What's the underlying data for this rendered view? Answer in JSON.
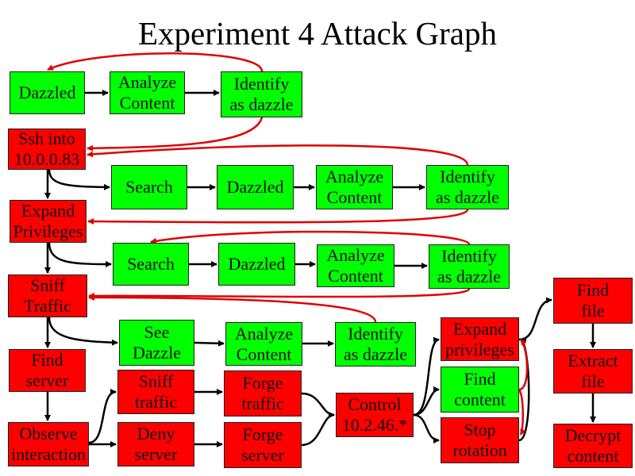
{
  "title": "Experiment 4 Attack Graph",
  "colors": {
    "attacker": "#ff0000",
    "defender": "#00ff00",
    "flow_edge": "#000000",
    "response_edge": "#e00000"
  },
  "nodes": [
    {
      "id": "n1",
      "label": "Dazzled",
      "type": "green"
    },
    {
      "id": "n2",
      "label": "Analyze\nContent",
      "type": "green"
    },
    {
      "id": "n3",
      "label": "Identify\nas dazzle",
      "type": "green"
    },
    {
      "id": "n4",
      "label": "Ssh into\n10.0.0.83",
      "type": "red"
    },
    {
      "id": "n5",
      "label": "Search",
      "type": "green"
    },
    {
      "id": "n6",
      "label": "Dazzled",
      "type": "green"
    },
    {
      "id": "n7",
      "label": "Analyze\nContent",
      "type": "green"
    },
    {
      "id": "n8",
      "label": "Identify\nas dazzle",
      "type": "green"
    },
    {
      "id": "n9",
      "label": "Expand\nPrivileges",
      "type": "red"
    },
    {
      "id": "n10",
      "label": "Search",
      "type": "green"
    },
    {
      "id": "n11",
      "label": "Dazzled",
      "type": "green"
    },
    {
      "id": "n12",
      "label": "Analyze\nContent",
      "type": "green"
    },
    {
      "id": "n13",
      "label": "Identify\nas dazzle",
      "type": "green"
    },
    {
      "id": "n14",
      "label": "Sniff\nTraffic",
      "type": "red"
    },
    {
      "id": "n15",
      "label": "See\nDazzle",
      "type": "green"
    },
    {
      "id": "n16",
      "label": "Analyze\nContent",
      "type": "green"
    },
    {
      "id": "n17",
      "label": "Identify\nas dazzle",
      "type": "green"
    },
    {
      "id": "n18",
      "label": "Find\nserver",
      "type": "red"
    },
    {
      "id": "n19",
      "label": "Sniff\ntraffic",
      "type": "red"
    },
    {
      "id": "n20",
      "label": "Forge\ntraffic",
      "type": "red"
    },
    {
      "id": "n21",
      "label": "Control\n10.2.46.*",
      "type": "red"
    },
    {
      "id": "n22",
      "label": "Observe\ninteraction",
      "type": "red"
    },
    {
      "id": "n23",
      "label": "Deny\nserver",
      "type": "red"
    },
    {
      "id": "n24",
      "label": "Forge\nserver",
      "type": "red"
    },
    {
      "id": "n25",
      "label": "Expand\nprivileges",
      "type": "red"
    },
    {
      "id": "n26",
      "label": "Find\ncontent",
      "type": "green"
    },
    {
      "id": "n27",
      "label": "Stop\nrotation",
      "type": "red"
    },
    {
      "id": "n28",
      "label": "Find\nfile",
      "type": "red"
    },
    {
      "id": "n29",
      "label": "Extract\nfile",
      "type": "red"
    },
    {
      "id": "n30",
      "label": "Decrypt\ncontent",
      "type": "red"
    }
  ],
  "edges": [
    {
      "from": "n1",
      "to": "n2",
      "kind": "flow"
    },
    {
      "from": "n2",
      "to": "n3",
      "kind": "flow"
    },
    {
      "from": "n3",
      "to": "n1",
      "kind": "response"
    },
    {
      "from": "n3",
      "to": "n4",
      "kind": "response"
    },
    {
      "from": "n4",
      "to": "n9",
      "kind": "flow"
    },
    {
      "from": "n4",
      "to": "n5",
      "kind": "flow"
    },
    {
      "from": "n5",
      "to": "n6",
      "kind": "flow"
    },
    {
      "from": "n6",
      "to": "n7",
      "kind": "flow"
    },
    {
      "from": "n7",
      "to": "n8",
      "kind": "flow"
    },
    {
      "from": "n8",
      "to": "n4",
      "kind": "response"
    },
    {
      "from": "n8",
      "to": "n9",
      "kind": "response"
    },
    {
      "from": "n9",
      "to": "n14",
      "kind": "flow"
    },
    {
      "from": "n9",
      "to": "n10",
      "kind": "flow"
    },
    {
      "from": "n10",
      "to": "n11",
      "kind": "flow"
    },
    {
      "from": "n11",
      "to": "n12",
      "kind": "flow"
    },
    {
      "from": "n12",
      "to": "n13",
      "kind": "flow"
    },
    {
      "from": "n13",
      "to": "n10",
      "kind": "response"
    },
    {
      "from": "n13",
      "to": "n14",
      "kind": "response"
    },
    {
      "from": "n14",
      "to": "n18",
      "kind": "flow"
    },
    {
      "from": "n14",
      "to": "n15",
      "kind": "flow"
    },
    {
      "from": "n15",
      "to": "n16",
      "kind": "flow"
    },
    {
      "from": "n16",
      "to": "n17",
      "kind": "flow"
    },
    {
      "from": "n17",
      "to": "n14",
      "kind": "response"
    },
    {
      "from": "n18",
      "to": "n22",
      "kind": "flow"
    },
    {
      "from": "n22",
      "to": "n19",
      "kind": "flow"
    },
    {
      "from": "n22",
      "to": "n23",
      "kind": "flow"
    },
    {
      "from": "n19",
      "to": "n20",
      "kind": "flow"
    },
    {
      "from": "n23",
      "to": "n24",
      "kind": "flow"
    },
    {
      "from": "n20",
      "to": "n21",
      "kind": "flow"
    },
    {
      "from": "n24",
      "to": "n21",
      "kind": "flow"
    },
    {
      "from": "n21",
      "to": "n25",
      "kind": "flow"
    },
    {
      "from": "n21",
      "to": "n26",
      "kind": "flow"
    },
    {
      "from": "n21",
      "to": "n27",
      "kind": "flow"
    },
    {
      "from": "n25",
      "to": "n28",
      "kind": "flow"
    },
    {
      "from": "n27",
      "to": "n25",
      "kind": "flow"
    },
    {
      "from": "n26",
      "to": "n25",
      "kind": "response"
    },
    {
      "from": "n26",
      "to": "n27",
      "kind": "response"
    },
    {
      "from": "n28",
      "to": "n29",
      "kind": "flow"
    },
    {
      "from": "n29",
      "to": "n30",
      "kind": "flow"
    }
  ]
}
